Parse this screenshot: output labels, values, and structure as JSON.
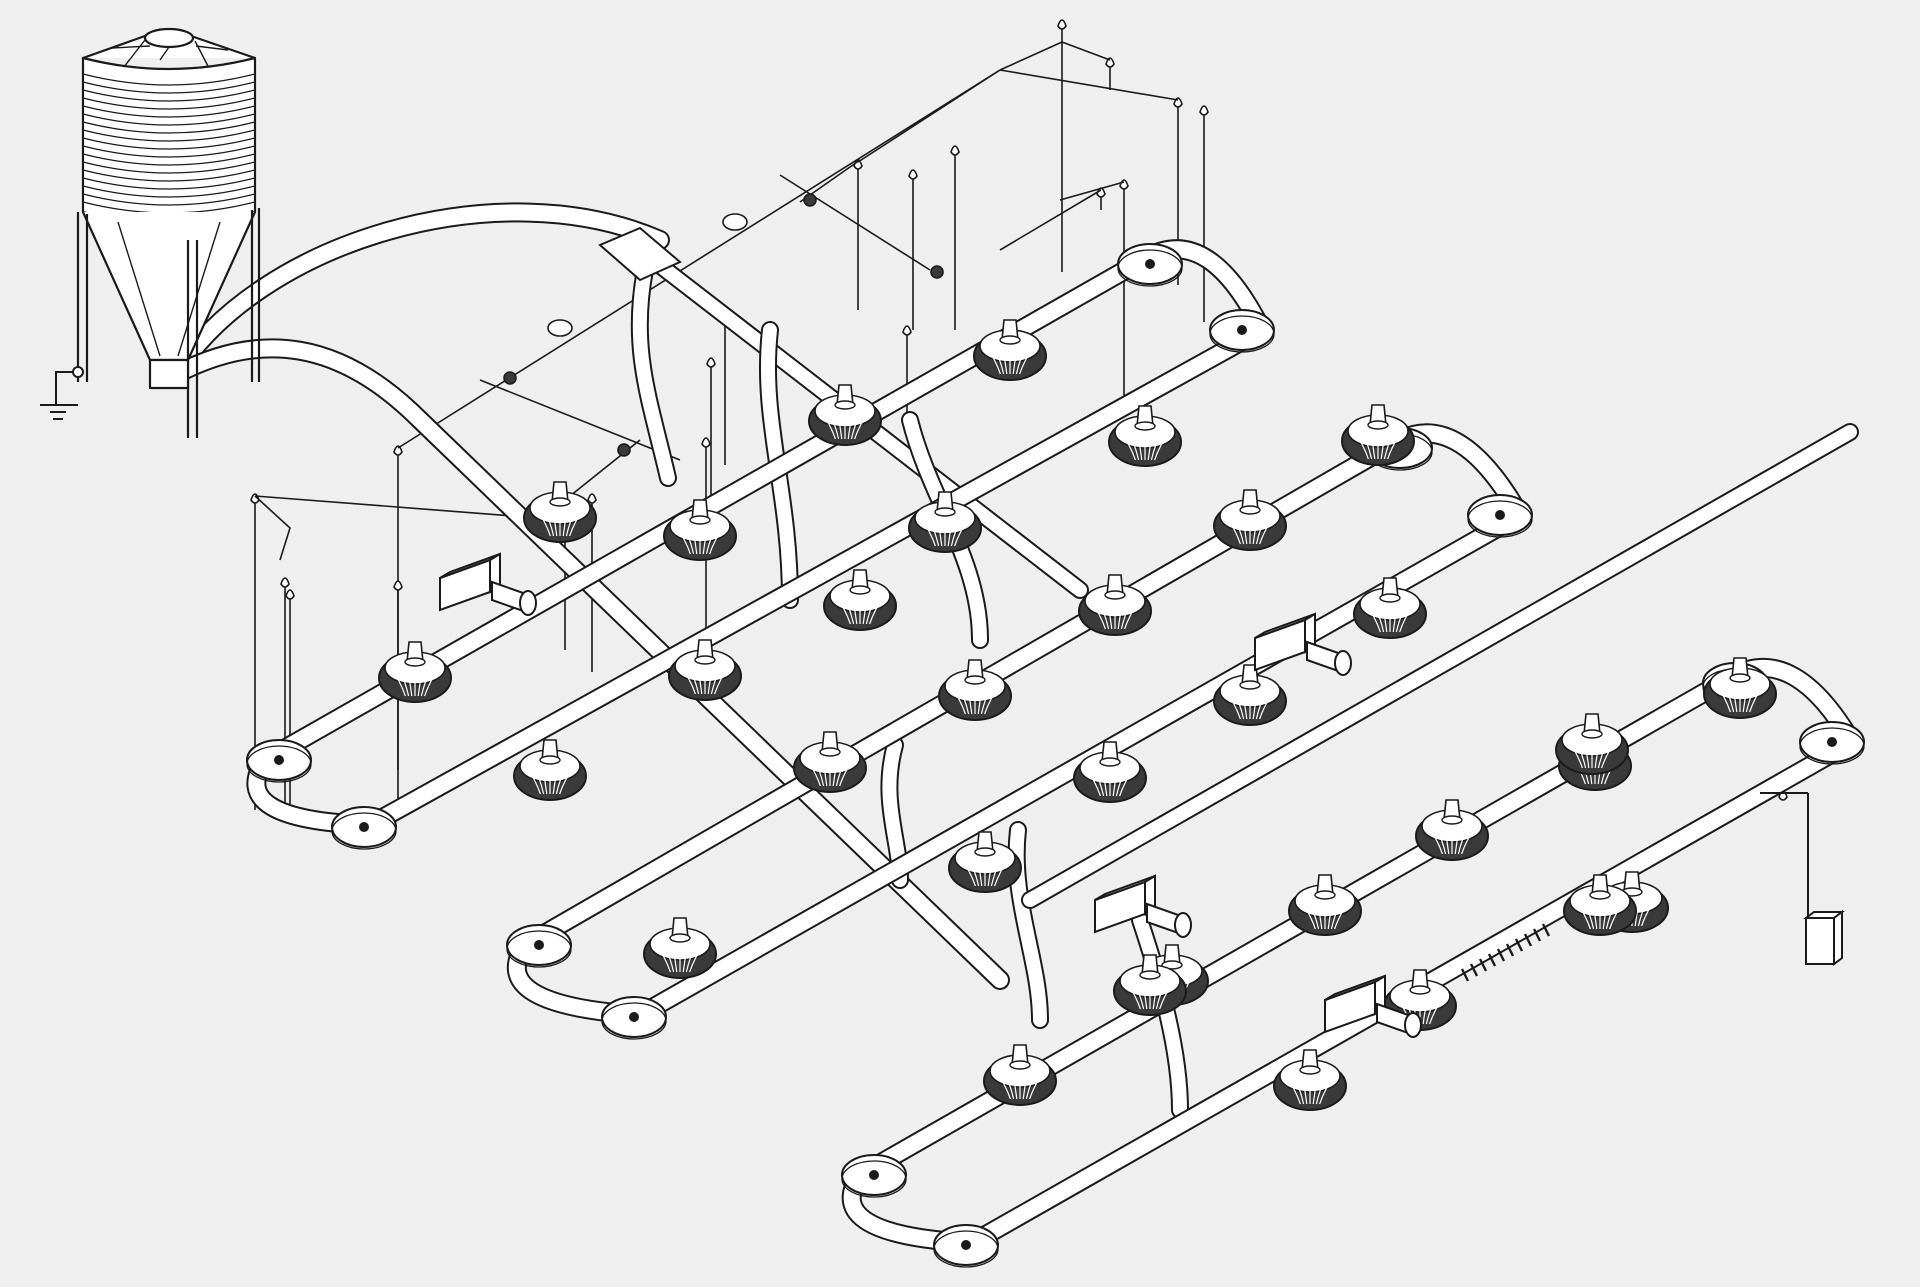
{
  "diagram": {
    "colors": {
      "background": "#efefef",
      "stroke": "#1a1a1a",
      "pipe_fill": "#ffffff",
      "pan_fill": "#3a3a3a"
    },
    "components": {
      "silo": "feed-silo",
      "ground": "ground-symbol",
      "controller": "control-box",
      "loops": 4,
      "pans_per_loop": 8,
      "motors": 4
    }
  }
}
